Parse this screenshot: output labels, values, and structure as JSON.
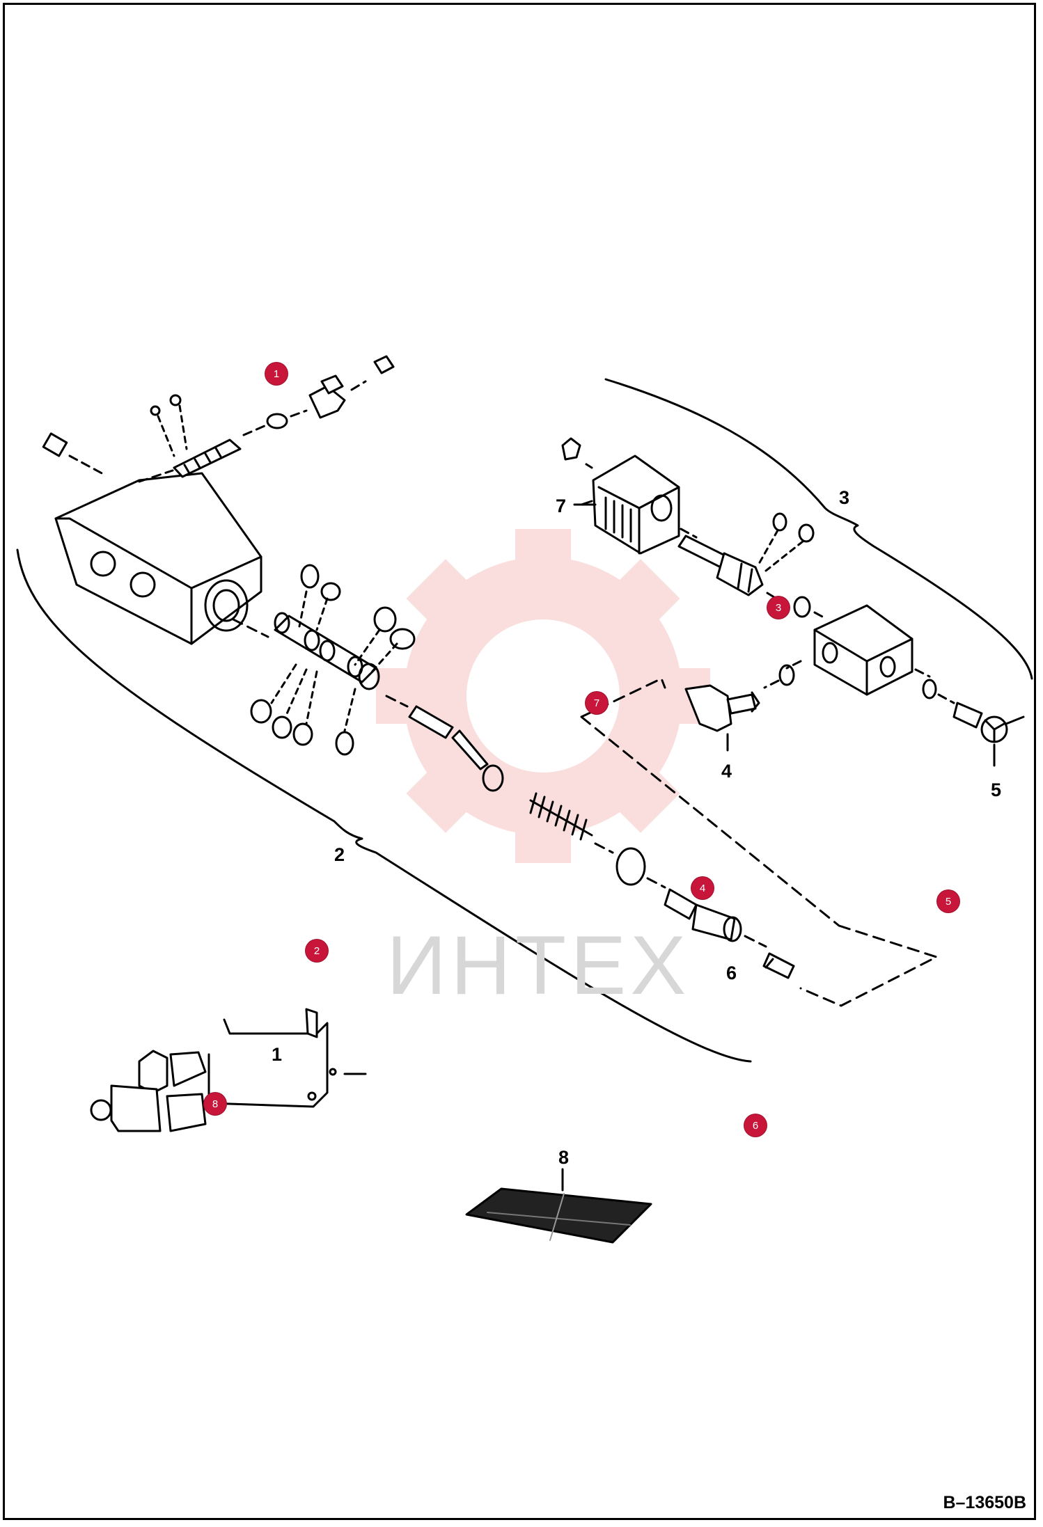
{
  "callouts": [
    {
      "id": "c1",
      "label": "1"
    },
    {
      "id": "c2",
      "label": "2"
    },
    {
      "id": "c3",
      "label": "3"
    },
    {
      "id": "c4",
      "label": "4"
    },
    {
      "id": "c5",
      "label": "5"
    },
    {
      "id": "c6",
      "label": "6"
    },
    {
      "id": "c7",
      "label": "7"
    },
    {
      "id": "c8",
      "label": "8"
    }
  ],
  "markers": [
    "1",
    "2",
    "3",
    "4",
    "5",
    "6",
    "7",
    "8"
  ],
  "drawing_number": "B–13650B",
  "watermark": {
    "text": "ИНТЕХ",
    "color": "#f08a8a"
  },
  "colors": {
    "marker": "#c8163a",
    "line": "#000000",
    "watermark_text": "#d7d7d7"
  }
}
